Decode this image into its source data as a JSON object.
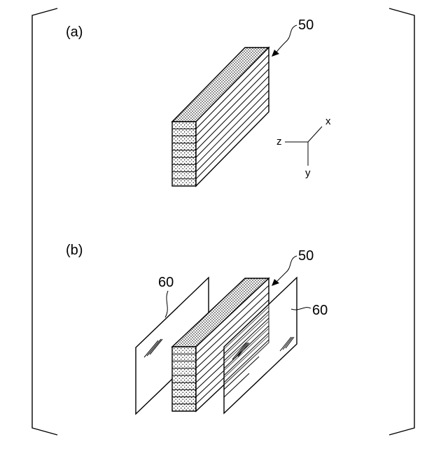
{
  "panels": {
    "a": {
      "label": "(a)",
      "stack_ref": "50",
      "axes": {
        "x": "x",
        "y": "y",
        "z": "z"
      }
    },
    "b": {
      "label": "(b)",
      "stack_ref": "50",
      "plate_left_ref": "60",
      "plate_right_ref": "60"
    }
  }
}
